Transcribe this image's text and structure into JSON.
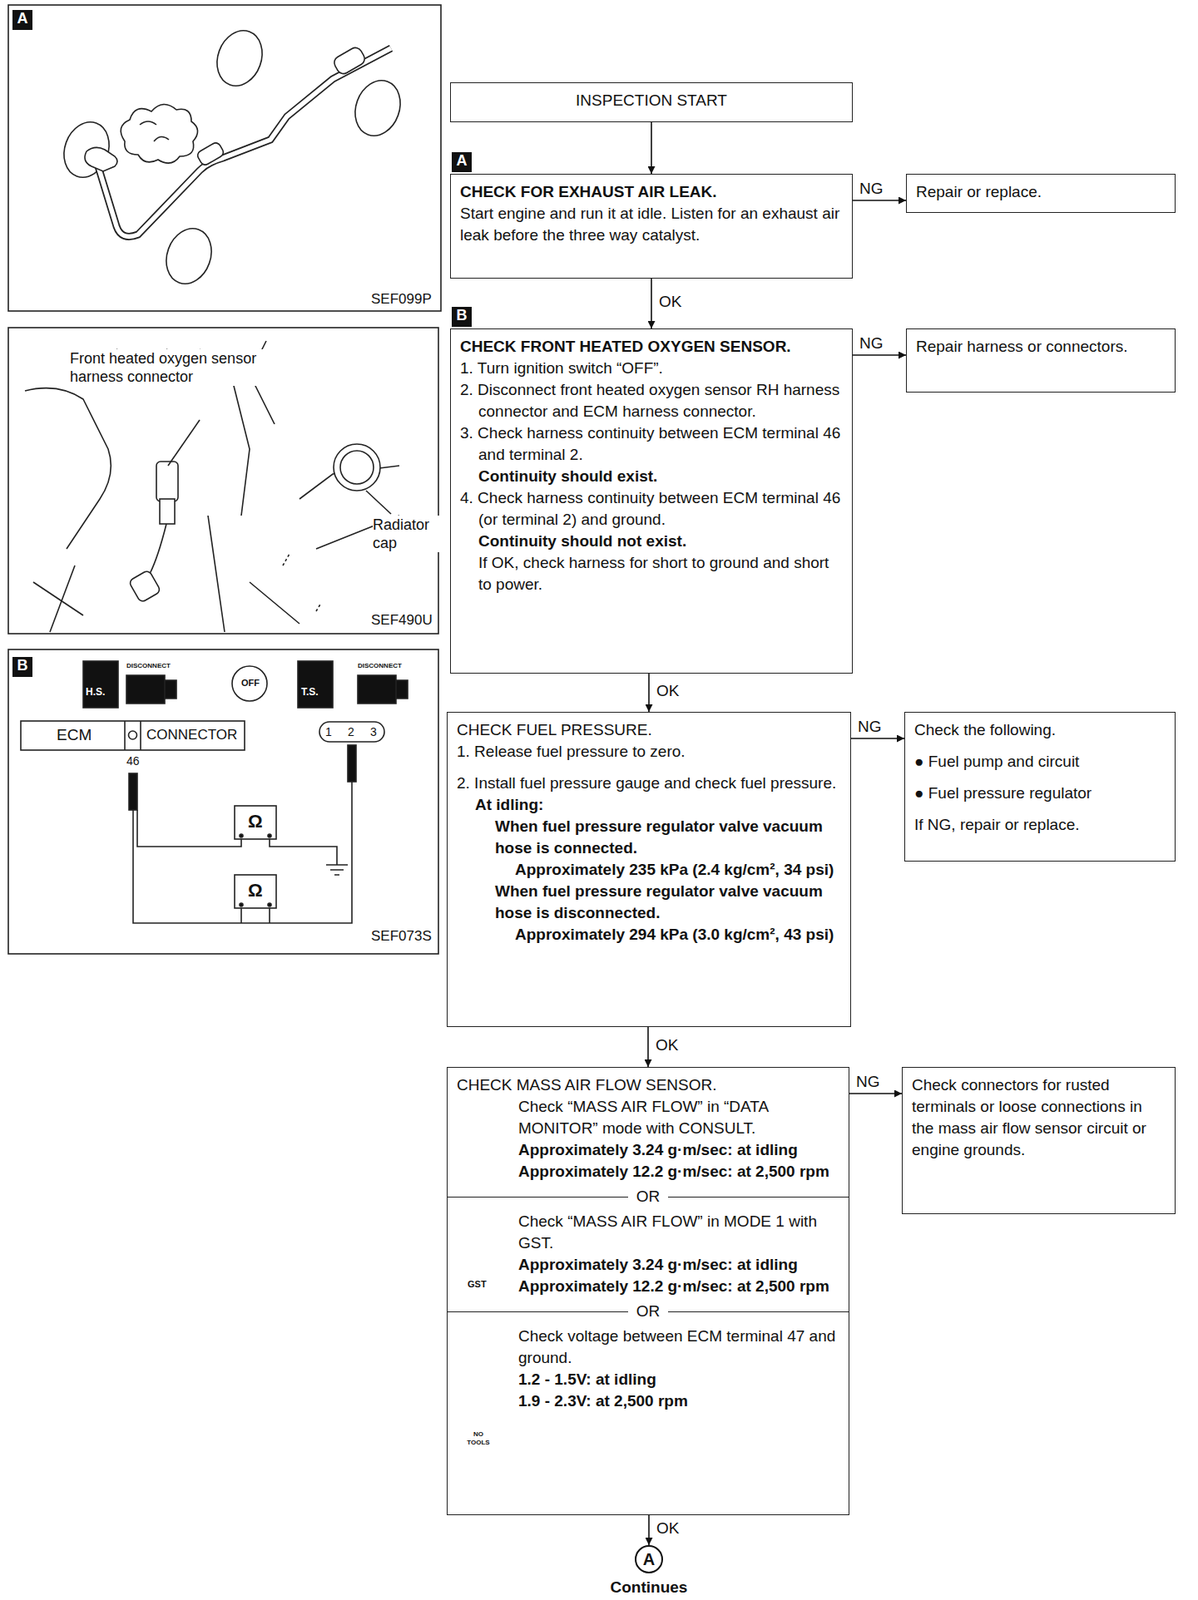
{
  "diagram": {
    "nodes": [
      {
        "text": [
          "INSPECTION START"
        ]
      },
      {
        "text": [
          "CHECK FOR EXHAUST AIR LEAK.",
          "Start engine and run it at idle. Listen for an exhaust air leak before the three way catalyst."
        ]
      },
      {
        "text": [
          "Repair or replace."
        ]
      },
      {
        "text": [
          "CHECK FRONT HEATED OXYGEN SENSOR.",
          "1. Turn ignition switch “OFF”.",
          "2. Disconnect front heated oxygen sensor RH harness connector and ECM harness connector.",
          "3. Check harness continuity between ECM terminal 46 and terminal 2.",
          "Continuity should exist.",
          "4. Check harness continuity between ECM terminal 46 (or terminal 2) and ground.",
          "Continuity should not exist.",
          "If OK, check harness for short to ground and short to power."
        ]
      },
      {
        "text": [
          "Repair harness or connectors."
        ]
      },
      {
        "text": [
          "CHECK FUEL PRESSURE.",
          "1. Release fuel pressure to zero.",
          "2. Install fuel pressure gauge and check fuel pressure.",
          "At idling:",
          "When fuel pressure regulator valve vacuum hose is connected.",
          "Approximately 235 kPa (2.4 kg/cm², 34 psi)",
          "When fuel pressure regulator valve vacuum hose is disconnected.",
          "Approximately 294 kPa (3.0 kg/cm², 43 psi)"
        ]
      },
      {
        "text": [
          "Check the following.",
          "● Fuel pump and circuit",
          "● Fuel pressure regulator",
          "If NG, repair or replace."
        ]
      },
      {
        "text": [
          "CHECK MASS AIR FLOW SENSOR.",
          "Check “MASS AIR FLOW” in “DATA MONITOR” mode with CONSULT.",
          "Approximately 3.24 g·m/sec: at idling",
          "Approximately 12.2 g·m/sec: at 2,500 rpm",
          "OR",
          "Check “MASS AIR FLOW” in MODE 1 with GST.",
          "Approximately 3.24 g·m/sec: at idling",
          "Approximately 12.2 g·m/sec: at 2,500 rpm",
          "OR",
          "Check voltage between ECM terminal 47 and ground.",
          "1.2 - 1.5V: at idling",
          "1.9 - 2.3V: at 2,500 rpm"
        ]
      },
      {
        "text": [
          "Check connectors for rusted terminals or loose connections in the mass air flow sensor circuit or engine grounds."
        ]
      },
      {
        "text": [
          "A",
          "Continues"
        ]
      }
    ],
    "edges": [
      {
        "from": 0,
        "to": 1,
        "arrow": "to"
      },
      {
        "from": 1,
        "to": 2,
        "label": "NG",
        "arrow": "to"
      },
      {
        "from": 1,
        "to": 3,
        "label": "OK",
        "arrow": "to"
      },
      {
        "from": 3,
        "to": 4,
        "label": "NG",
        "arrow": "to"
      },
      {
        "from": 3,
        "to": 5,
        "label": "OK",
        "arrow": "to"
      },
      {
        "from": 5,
        "to": 6,
        "label": "NG",
        "arrow": "to"
      },
      {
        "from": 5,
        "to": 7,
        "label": "OK",
        "arrow": "to"
      },
      {
        "from": 7,
        "to": 8,
        "label": "NG",
        "arrow": "to"
      },
      {
        "from": 7,
        "to": 9,
        "label": "OK",
        "arrow": "to"
      }
    ],
    "labels": [
      "A",
      "SEF099P",
      "Front heated oxygen sensor harness connector",
      "Radiator cap",
      "SEF490U",
      "B",
      "H.S.",
      "DISCONNECT",
      "OFF",
      "T.S.",
      "DISCONNECT",
      "ECM",
      "CONNECTOR",
      "46",
      "1",
      "2",
      "3",
      "Ω",
      "Ω",
      "SEF073S",
      "A",
      "B",
      "GST",
      "NO TOOLS"
    ]
  }
}
